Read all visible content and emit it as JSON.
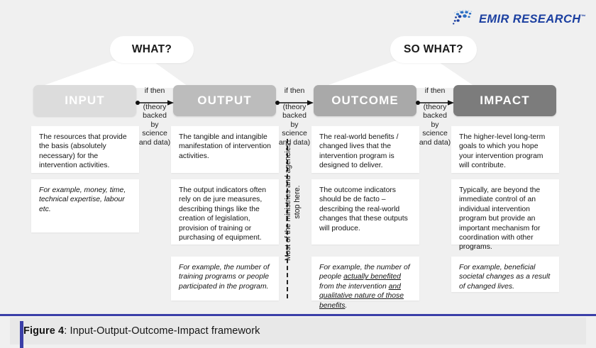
{
  "logo": {
    "wordmark": "EMIR RESEARCH",
    "tm": "™",
    "brand_color": "#1b3fa0",
    "mark_icon": "dotted-globe-icon"
  },
  "diagram": {
    "background": "#f0f0f0",
    "bubbles": [
      {
        "id": "what",
        "label": "WHAT?"
      },
      {
        "id": "sowhat",
        "label": "SO WHAT?"
      }
    ],
    "columns": [
      {
        "id": "input",
        "header": "INPUT",
        "header_color": "#dcdcdc",
        "cards": [
          {
            "text": "The resources that provide the basis (absolutely necessary) for the intervention activities.",
            "italic": false
          },
          {
            "text": "For example, money, time, technical expertise, labour etc.",
            "italic": true
          }
        ]
      },
      {
        "id": "output",
        "header": "OUTPUT",
        "header_color": "#bcbcbc",
        "cards": [
          {
            "text": "The tangible and intangible manifestation of intervention activities.",
            "italic": false
          },
          {
            "text": "The output indicators often rely on de jure measures, describing things like the creation of legislation, provision of training or purchasing of equipment.",
            "italic": false
          },
          {
            "text": "For example, the number of training programs or people participated in the program.",
            "italic": true
          }
        ]
      },
      {
        "id": "outcome",
        "header": "OUTCOME",
        "header_color": "#a9a9a9",
        "cards": [
          {
            "text": "The real-world benefits / changed lives that the intervention program is designed to deliver.",
            "italic": false
          },
          {
            "text": "The outcome indicators should be de facto – describing the real-world changes that these outputs will produce.",
            "italic": false
          },
          {
            "text": "For example, the number of people actually benefited from the intervention and qualitative nature of those benefits.",
            "italic": true
          }
        ]
      },
      {
        "id": "impact",
        "header": "IMPACT",
        "header_color": "#7c7c7c",
        "cards": [
          {
            "text": "The higher-level long-term goals to which you hope your intervention program will contribute.",
            "italic": false
          },
          {
            "text": "Typically, are beyond the immediate control of an individual intervention program but provide an important   mechanism for coordination with other programs.",
            "italic": false
          },
          {
            "text": "For example, beneficial societal changes as a result of changed lives.",
            "italic": true
          }
        ]
      }
    ],
    "connectors": [
      {
        "id": "c1",
        "line1": "if then",
        "line2": "(theory backed by science and data)"
      },
      {
        "id": "c2",
        "line1": "if then",
        "line2": "(theory backed by science and data)"
      },
      {
        "id": "c3",
        "line1": "if then",
        "line2": "(theory backed by science and data)"
      }
    ],
    "divider_note": "Most of the ministries and agencies\nstop here."
  },
  "caption": {
    "label": "Figure 4",
    "separator": ": ",
    "title": "Input-Output-Outcome-Impact framework",
    "accent_color": "#3b3fa8"
  }
}
